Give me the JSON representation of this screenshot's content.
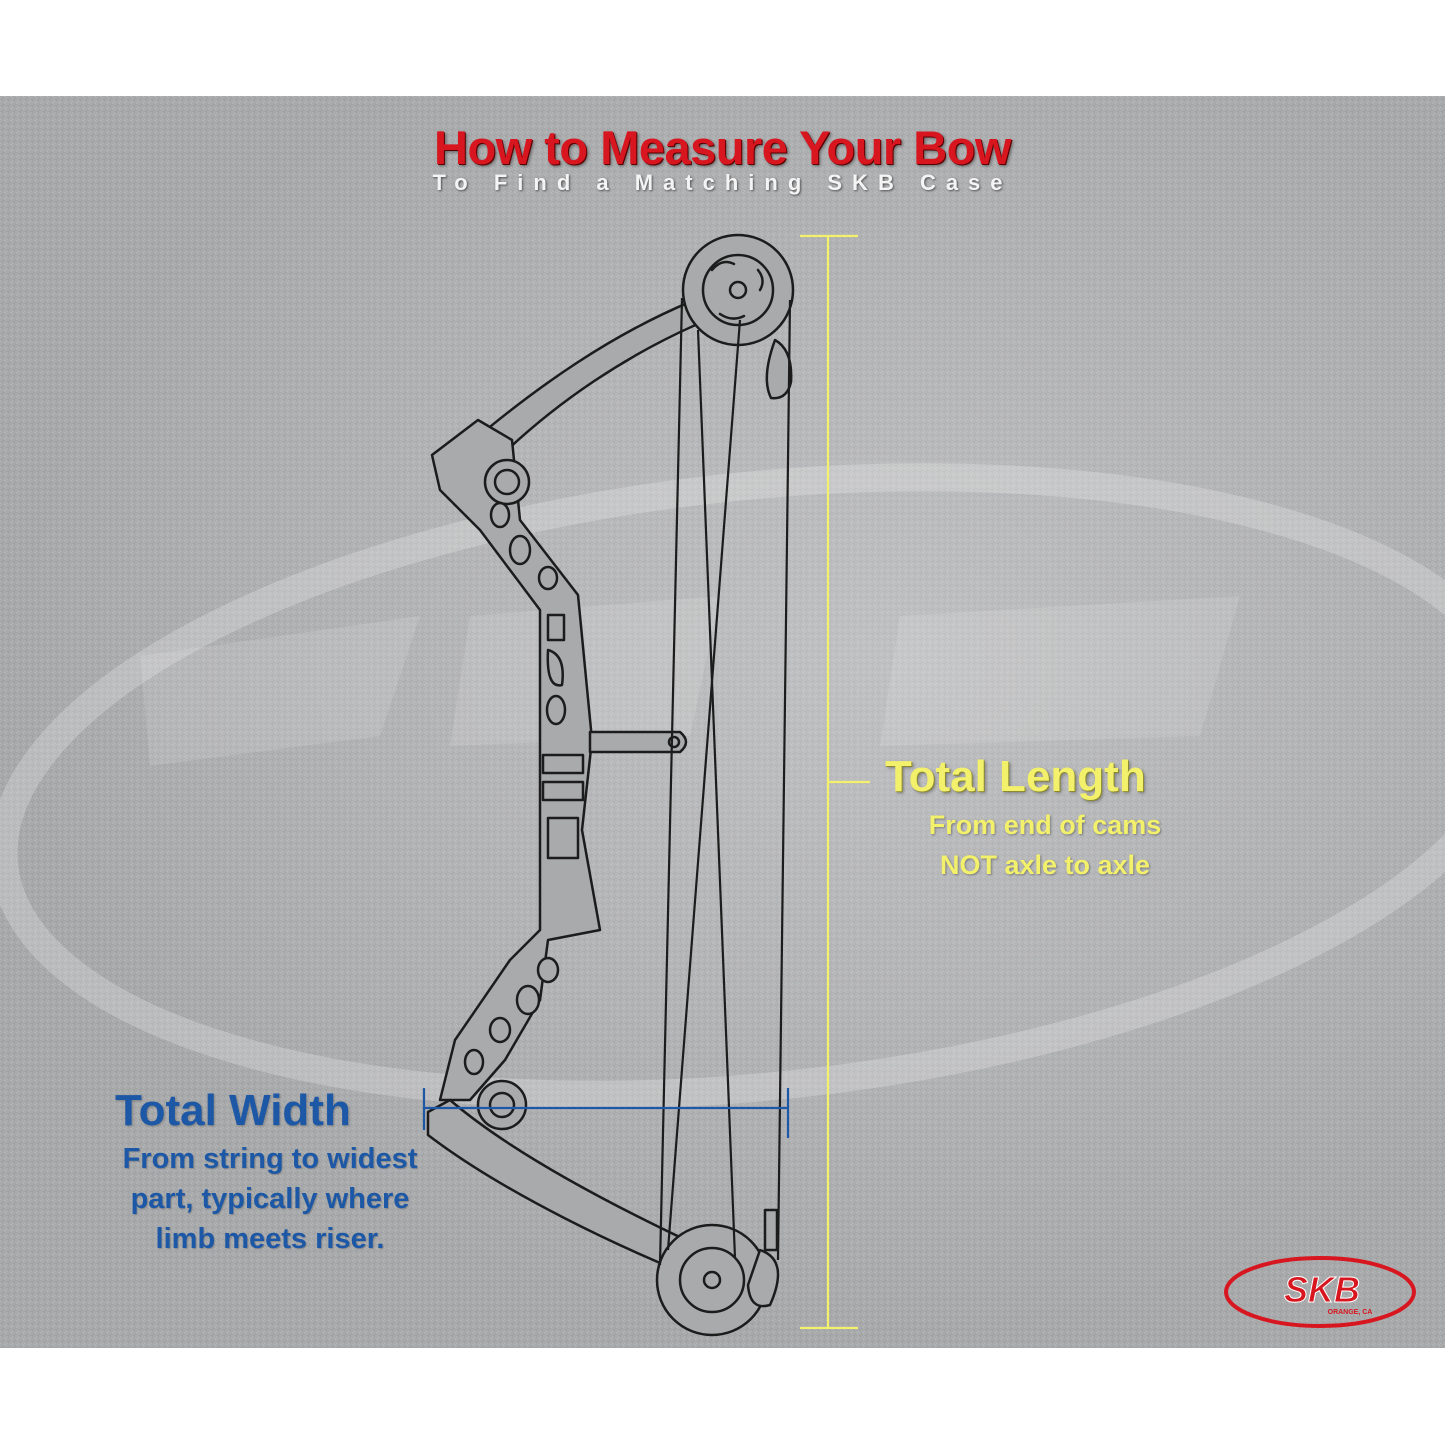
{
  "title": "How to Measure Your Bow",
  "subtitle": "To Find a Matching SKB Case",
  "total_length": {
    "heading": "Total Length",
    "lines": [
      "From end of cams",
      "NOT axle to axle"
    ]
  },
  "total_width": {
    "heading": "Total Width",
    "lines": [
      "From string to widest",
      "part, typically where",
      "limb meets riser."
    ]
  },
  "logo": {
    "brand": "SKB",
    "location": "ORANGE, CA"
  },
  "colors": {
    "title_red": "#d8161f",
    "length_yellow": "#f3f06b",
    "width_blue": "#1d58a6",
    "background_gray": "#a9aaac"
  }
}
